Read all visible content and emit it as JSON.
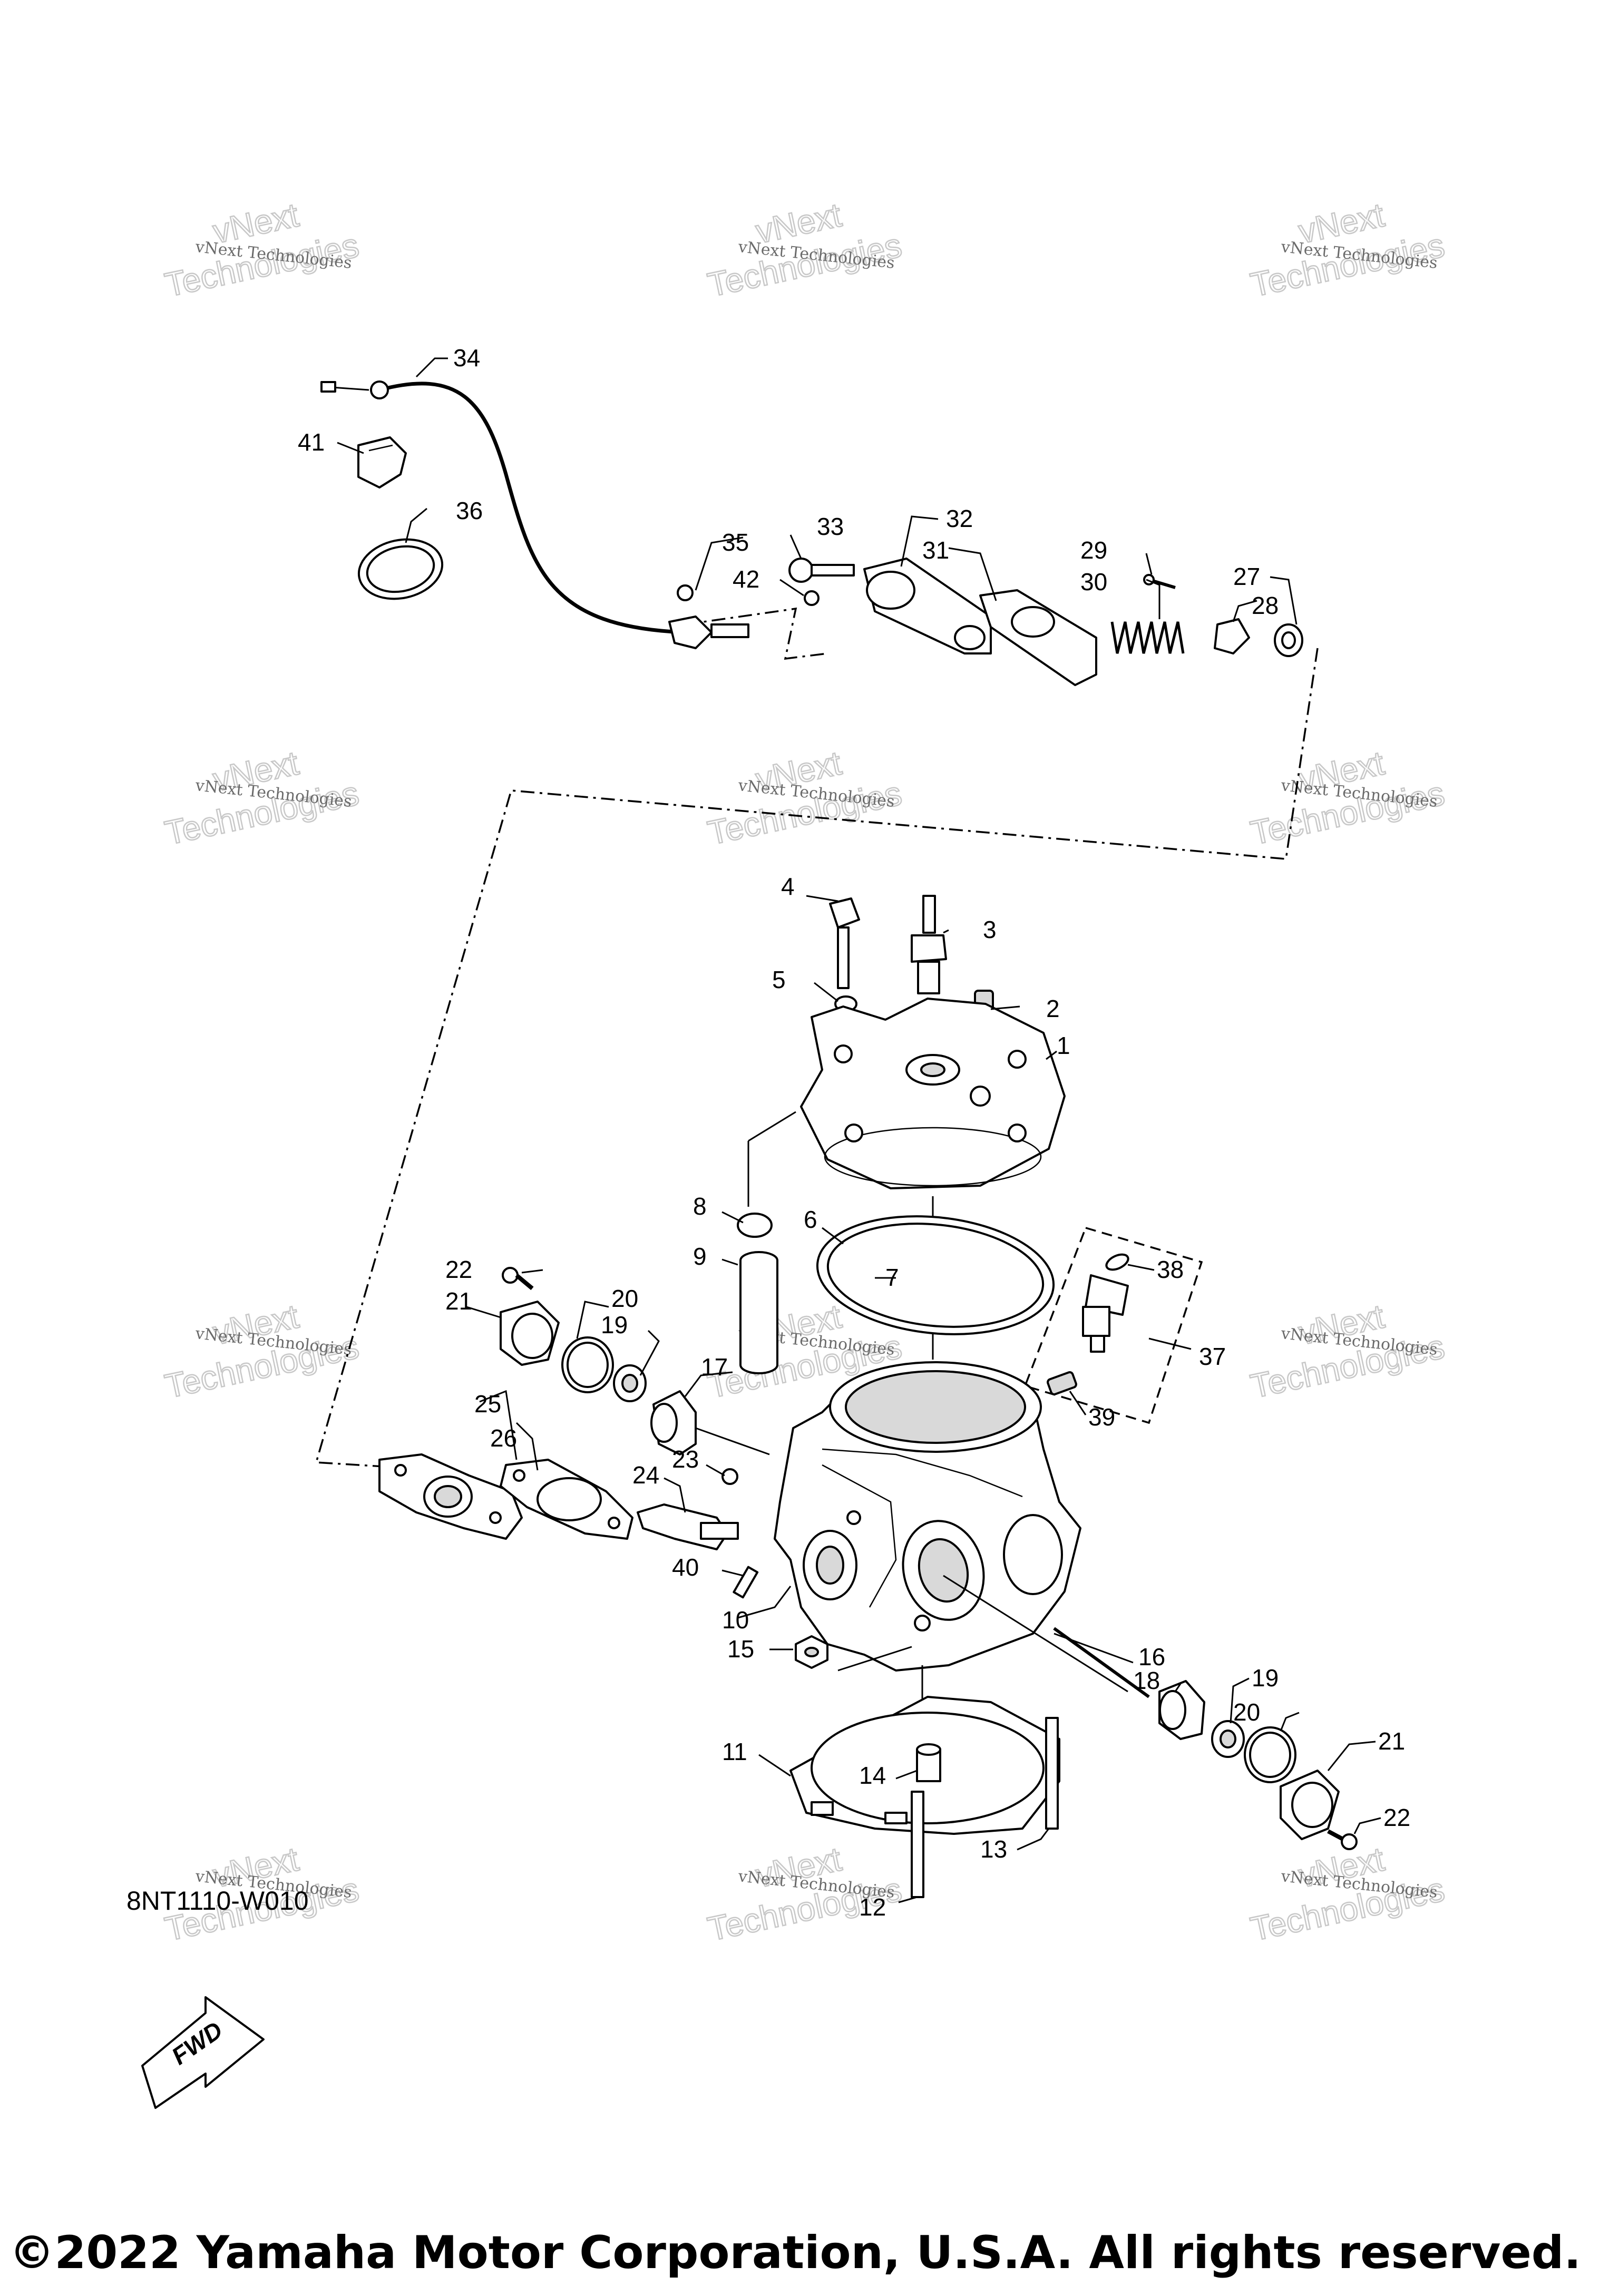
{
  "diagram_code": "8NT1110-W010",
  "copyright": "©2022 Yamaha Motor Corporation, U.S.A. All rights reserved.",
  "fwd_label": "FWD",
  "watermark": {
    "line1": "vNext",
    "line2": "vNext Technologies",
    "line3": "Technologies"
  },
  "callouts": [
    "1",
    "2",
    "3",
    "4",
    "5",
    "6",
    "7",
    "8",
    "9",
    "10",
    "11",
    "12",
    "13",
    "14",
    "15",
    "16",
    "17",
    "18",
    "19",
    "20",
    "21",
    "22",
    "23",
    "24",
    "25",
    "26",
    "27",
    "28",
    "29",
    "30",
    "31",
    "32",
    "33",
    "34",
    "35",
    "36",
    "37",
    "38",
    "39",
    "40",
    "41",
    "42"
  ],
  "callouts_repeat": [
    "19",
    "20",
    "21",
    "22"
  ]
}
